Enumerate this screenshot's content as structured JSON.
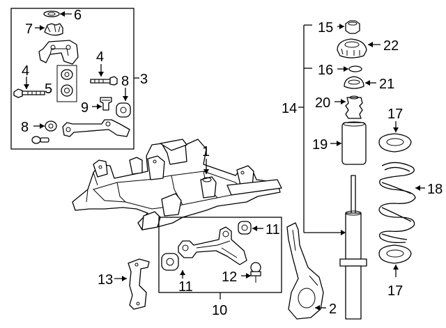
{
  "callouts": {
    "c1": "1",
    "c2": "2",
    "c3": "3",
    "c4a": "4",
    "c4b": "4",
    "c5": "5",
    "c6": "6",
    "c7": "7",
    "c8a": "8",
    "c8b": "8",
    "c9": "9",
    "c10": "10",
    "c11a": "11",
    "c11b": "11",
    "c12": "12",
    "c13": "13",
    "c14": "14",
    "c15": "15",
    "c16": "16",
    "c17a": "17",
    "c17b": "17",
    "c18": "18",
    "c19": "19",
    "c20": "20",
    "c21": "21",
    "c22": "22"
  }
}
